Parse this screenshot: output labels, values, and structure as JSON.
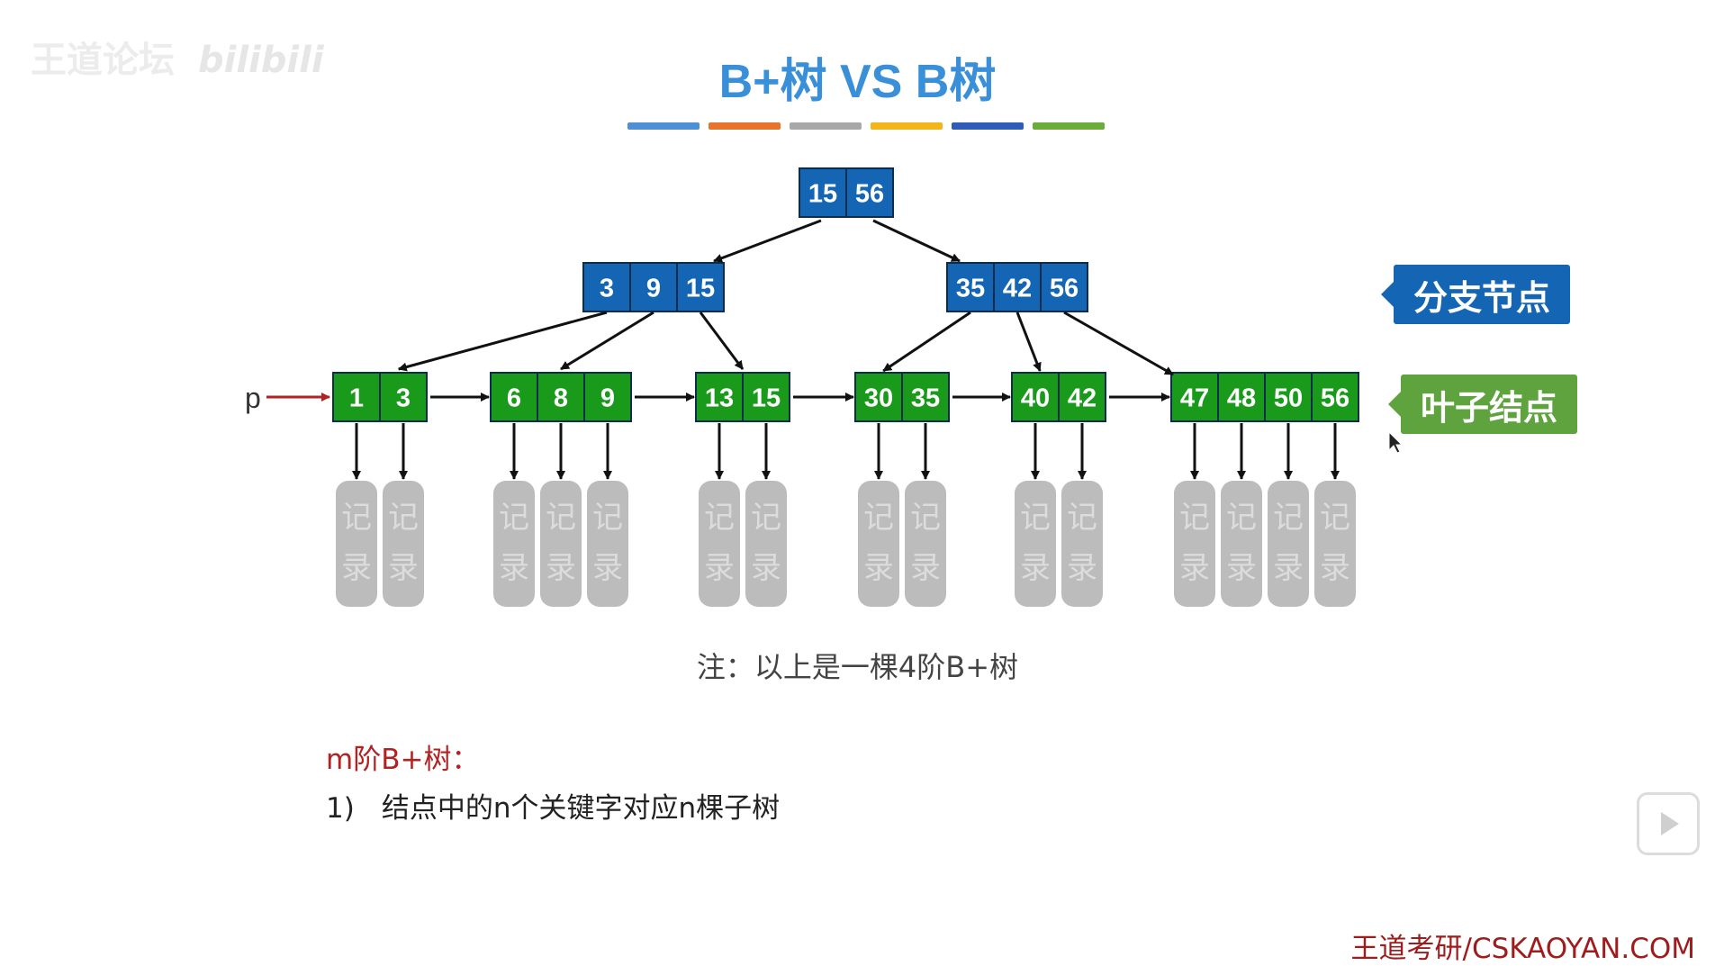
{
  "watermark": {
    "text": "王道论坛",
    "logo": "bilibili"
  },
  "title": "B+树 VS B树",
  "colors": {
    "title": "#3a8fd9",
    "branch_node": "#1466b5",
    "leaf_node": "#1a9a1a",
    "record": "#bcbcbc",
    "branch_callout": "#1466b5",
    "leaf_callout": "#5fa33e",
    "pointer_p": "#b22222",
    "colorbar": [
      "#4f8fd6",
      "#e8732a",
      "#a8a8a8",
      "#f2b51c",
      "#2f5cb8",
      "#6aad3b"
    ]
  },
  "tree": {
    "root": {
      "keys": [
        "15",
        "56"
      ]
    },
    "internal": [
      {
        "keys": [
          "3",
          "9",
          "15"
        ]
      },
      {
        "keys": [
          "35",
          "42",
          "56"
        ]
      }
    ],
    "leaves": [
      {
        "keys": [
          "1",
          "3"
        ]
      },
      {
        "keys": [
          "6",
          "8",
          "9"
        ]
      },
      {
        "keys": [
          "13",
          "15"
        ]
      },
      {
        "keys": [
          "30",
          "35"
        ]
      },
      {
        "keys": [
          "40",
          "42"
        ]
      },
      {
        "keys": [
          "47",
          "48",
          "50",
          "56"
        ]
      }
    ],
    "record_label": [
      "记",
      "录"
    ],
    "pointer_label": "p"
  },
  "callouts": {
    "branch": "分支节点",
    "leaf": "叶子结点"
  },
  "note": "注：以上是一棵4阶B+树",
  "section": {
    "title": "m阶B+树：",
    "points": [
      {
        "num": "1)",
        "text": "结点中的n个关键字对应n棵子树"
      }
    ]
  },
  "footer": "王道考研/CSKAOYAN.COM"
}
